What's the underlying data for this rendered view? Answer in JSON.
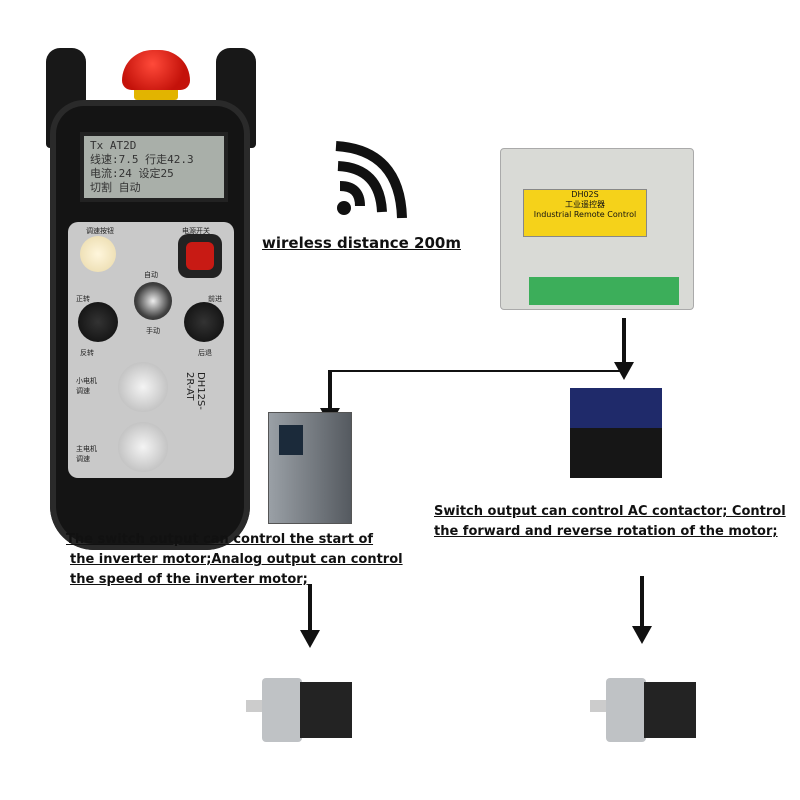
{
  "captions": {
    "wireless": "wireless distance 200m",
    "contactor_line1": "Switch output can control AC contactor; Control",
    "contactor_line2": "the forward and reverse rotation of the motor;",
    "inverter_line1": "The switch output can control the start of",
    "inverter_line2": "the inverter motor;Analog output can control",
    "inverter_line3": "the speed of the inverter motor;"
  },
  "remote": {
    "lcd_line1": "Tx  AT2D  ",
    "lcd_line2": "线速:7.5 行走42.3",
    "lcd_line3": "电流:24  设定25",
    "lcd_line4": "切割 自动   ",
    "label_top_left": "调速按钮",
    "label_top_right": "电源开关",
    "label_auto": "自动",
    "label_left_top": "正转",
    "label_right_top": "前进",
    "label_left_bottom": "反转",
    "label_right_bottom": "后退",
    "label_manual": "手动",
    "label_small_motor": "小电机 调速",
    "label_main_motor": "主电机 调速",
    "model": "DH12S-2R-AT"
  },
  "controller": {
    "model": "DH02S",
    "name_cn": "工业遥控器",
    "name_en": "Industrial Remote Control"
  },
  "colors": {
    "estop": "#d4160d",
    "lcd": "#a9afa9",
    "controller_label": "#f5d21a",
    "terminal": "#3cae5a"
  }
}
